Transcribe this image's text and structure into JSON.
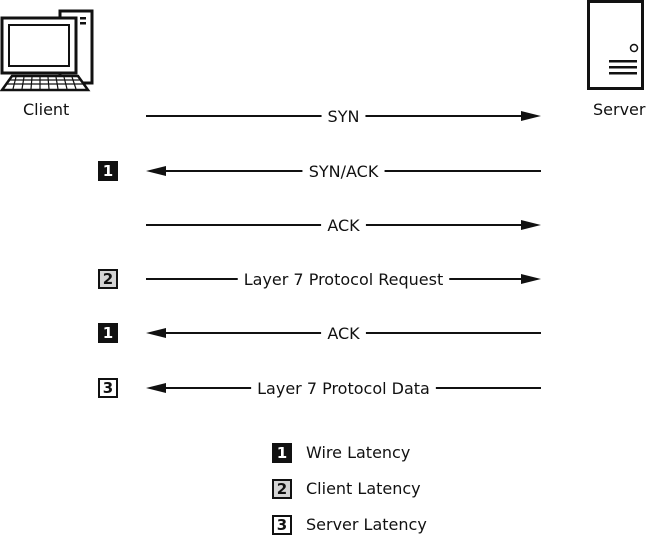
{
  "client": {
    "label": "Client"
  },
  "server": {
    "label": "Server"
  },
  "messages": [
    {
      "text": "SYN",
      "direction": "right",
      "badge": null
    },
    {
      "text": "SYN/ACK",
      "direction": "left",
      "badge": "1"
    },
    {
      "text": "ACK",
      "direction": "right",
      "badge": null
    },
    {
      "text": "Layer 7 Protocol Request",
      "direction": "right",
      "badge": "2"
    },
    {
      "text": "ACK",
      "direction": "left",
      "badge": "1"
    },
    {
      "text": "Layer 7 Protocol Data",
      "direction": "left",
      "badge": "3"
    }
  ],
  "legend": [
    {
      "num": "1",
      "label": "Wire Latency",
      "style": "wire"
    },
    {
      "num": "2",
      "label": "Client Latency",
      "style": "client"
    },
    {
      "num": "3",
      "label": "Server Latency",
      "style": "server"
    }
  ]
}
